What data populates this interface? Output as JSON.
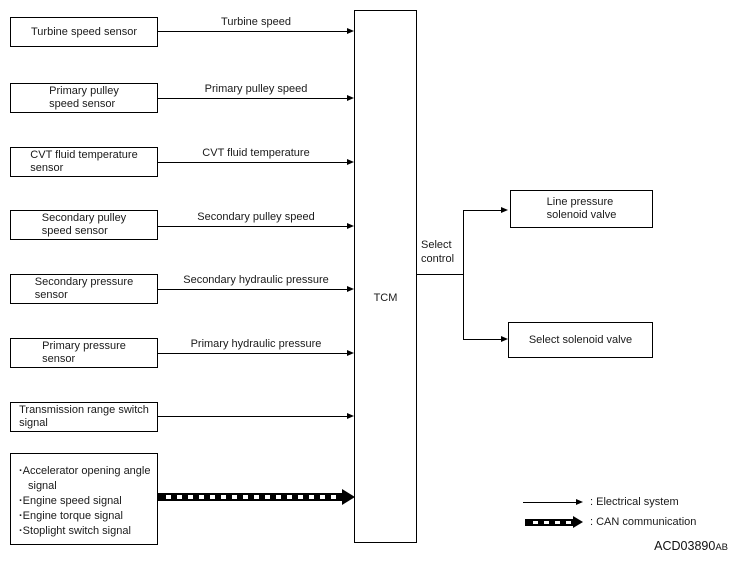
{
  "diagram": {
    "controller": {
      "label": "TCM"
    },
    "inputs": [
      {
        "box": "Turbine speed sensor",
        "signal": "Turbine speed",
        "type": "electrical"
      },
      {
        "box": "Primary pulley\nspeed sensor",
        "signal": "Primary pulley speed",
        "type": "electrical"
      },
      {
        "box": "CVT fluid temperature\nsensor",
        "signal": "CVT fluid temperature",
        "type": "electrical"
      },
      {
        "box": "Secondary pulley\nspeed sensor",
        "signal": "Secondary pulley speed",
        "type": "electrical"
      },
      {
        "box": "Secondary pressure\nsensor",
        "signal": "Secondary hydraulic pressure",
        "type": "electrical"
      },
      {
        "box": "Primary pressure\nsensor",
        "signal": "Primary hydraulic pressure",
        "type": "electrical"
      },
      {
        "box": "Transmission range switch\nsignal",
        "signal": "",
        "type": "electrical"
      },
      {
        "box_items": [
          "Accelerator opening angle signal",
          "Engine speed signal",
          "Engine torque signal",
          "Stoplight switch signal"
        ],
        "signal": "",
        "type": "can"
      }
    ],
    "output_branch": {
      "label": "Select\ncontrol"
    },
    "outputs": [
      {
        "box": "Line pressure\nsolenoid valve"
      },
      {
        "box": "Select solenoid valve"
      }
    ],
    "legend": [
      {
        "label": ": Electrical system",
        "type": "electrical"
      },
      {
        "label": ": CAN communication",
        "type": "can"
      }
    ],
    "figure_code": {
      "main": "ACD03890",
      "sub": "AB"
    },
    "colors": {
      "line": "#000000",
      "background": "#ffffff"
    }
  }
}
